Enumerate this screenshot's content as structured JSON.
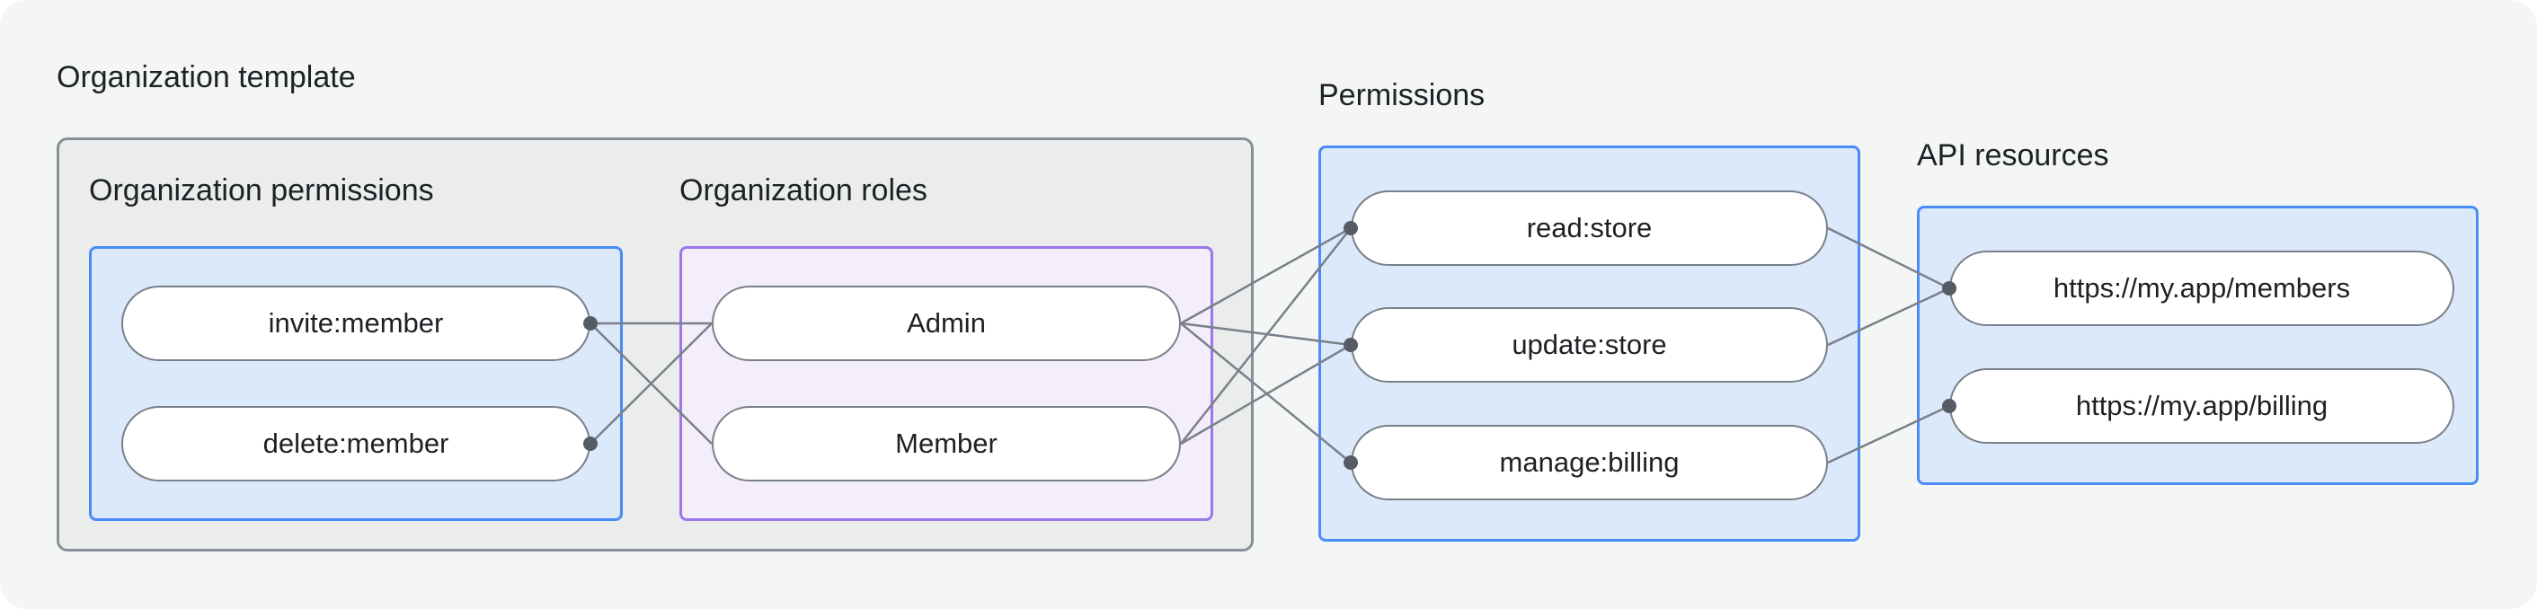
{
  "groups": {
    "org_template": {
      "label": "Organization template"
    },
    "org_permissions": {
      "label": "Organization permissions",
      "nodes": [
        "invite:member",
        "delete:member"
      ]
    },
    "org_roles": {
      "label": "Organization roles",
      "nodes": [
        "Admin",
        "Member"
      ]
    },
    "permissions": {
      "label": "Permissions",
      "nodes": [
        "read:store",
        "update:store",
        "manage:billing"
      ]
    },
    "api_resources": {
      "label": "API resources",
      "nodes": [
        "https://my.app/members",
        "https://my.app/billing"
      ]
    }
  },
  "edges": [
    {
      "from": "invite",
      "to": "admin"
    },
    {
      "from": "invite",
      "to": "member"
    },
    {
      "from": "delete",
      "to": "admin"
    },
    {
      "from": "admin",
      "to": "read"
    },
    {
      "from": "admin",
      "to": "update"
    },
    {
      "from": "admin",
      "to": "manage"
    },
    {
      "from": "member",
      "to": "read"
    },
    {
      "from": "member",
      "to": "update"
    },
    {
      "from": "read",
      "to": "members"
    },
    {
      "from": "update",
      "to": "members"
    },
    {
      "from": "manage",
      "to": "billing"
    }
  ],
  "colors": {
    "page-bg": "#f4f6f5",
    "template-box-bg": "#ebedec",
    "template-box-border": "#898f96",
    "blue-box-bg": "#dbe9fb",
    "blue-box-border": "#4a8cf7",
    "purple-box-bg": "#f3edfc",
    "purple-box-border": "#9d76ea",
    "pill-bg": "#ffffff",
    "pill-border": "#7a8089",
    "edge": "#7a8089",
    "dot": "#565c66",
    "text": "#1d2125"
  }
}
